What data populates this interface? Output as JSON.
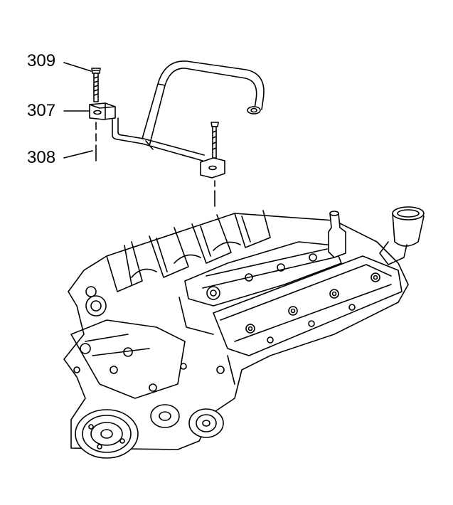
{
  "callouts": [
    {
      "id": "309",
      "label": "309"
    },
    {
      "id": "307",
      "label": "307"
    },
    {
      "id": "308",
      "label": "308"
    }
  ],
  "colors": {
    "line": "#000000",
    "background": "#ffffff"
  }
}
